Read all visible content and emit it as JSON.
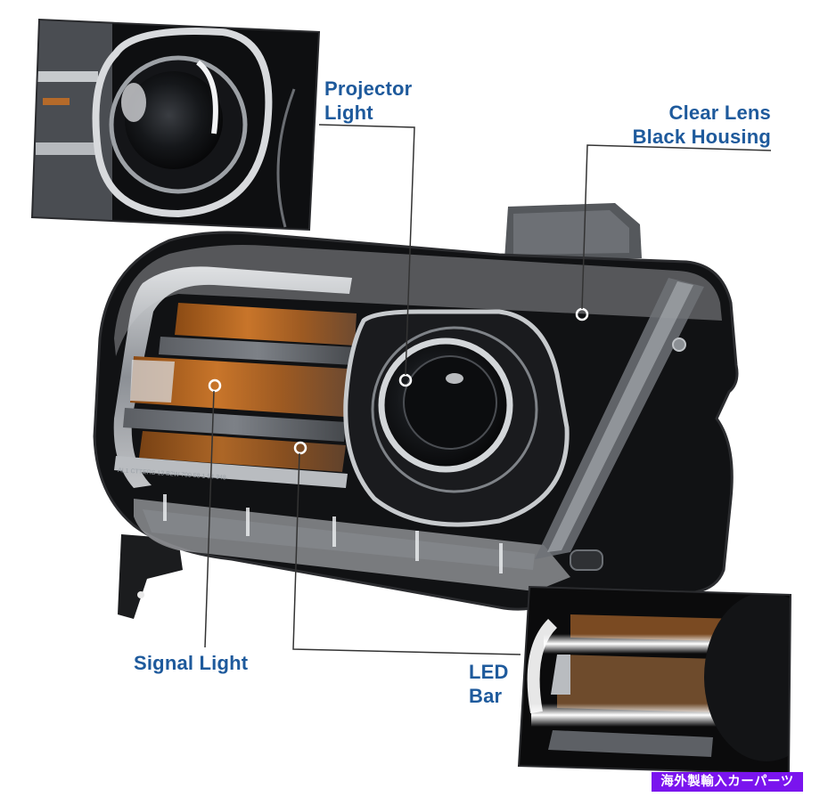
{
  "callouts": {
    "projector_light": {
      "line1": "Projector",
      "line2": "Light"
    },
    "clear_lens": {
      "line1": "Clear Lens",
      "line2": "Black Housing"
    },
    "signal_light": {
      "line1": "Signal Light"
    },
    "led_bar": {
      "line1": "LED",
      "line2": "Bar"
    }
  },
  "watermark": {
    "text": "海外製輸入カーパーツ"
  },
  "colors": {
    "label": "#1e5a9c",
    "watermark_bg": "#7a14ee",
    "housing_black": "#0b0b0c",
    "chrome": "#c9cbcf",
    "amber": "#b5651d",
    "leader_line": "#333333"
  },
  "insets": [
    {
      "id": "projector-closeup",
      "position": "top-left"
    },
    {
      "id": "led-bar-lit-closeup",
      "position": "bottom-right"
    }
  ]
}
